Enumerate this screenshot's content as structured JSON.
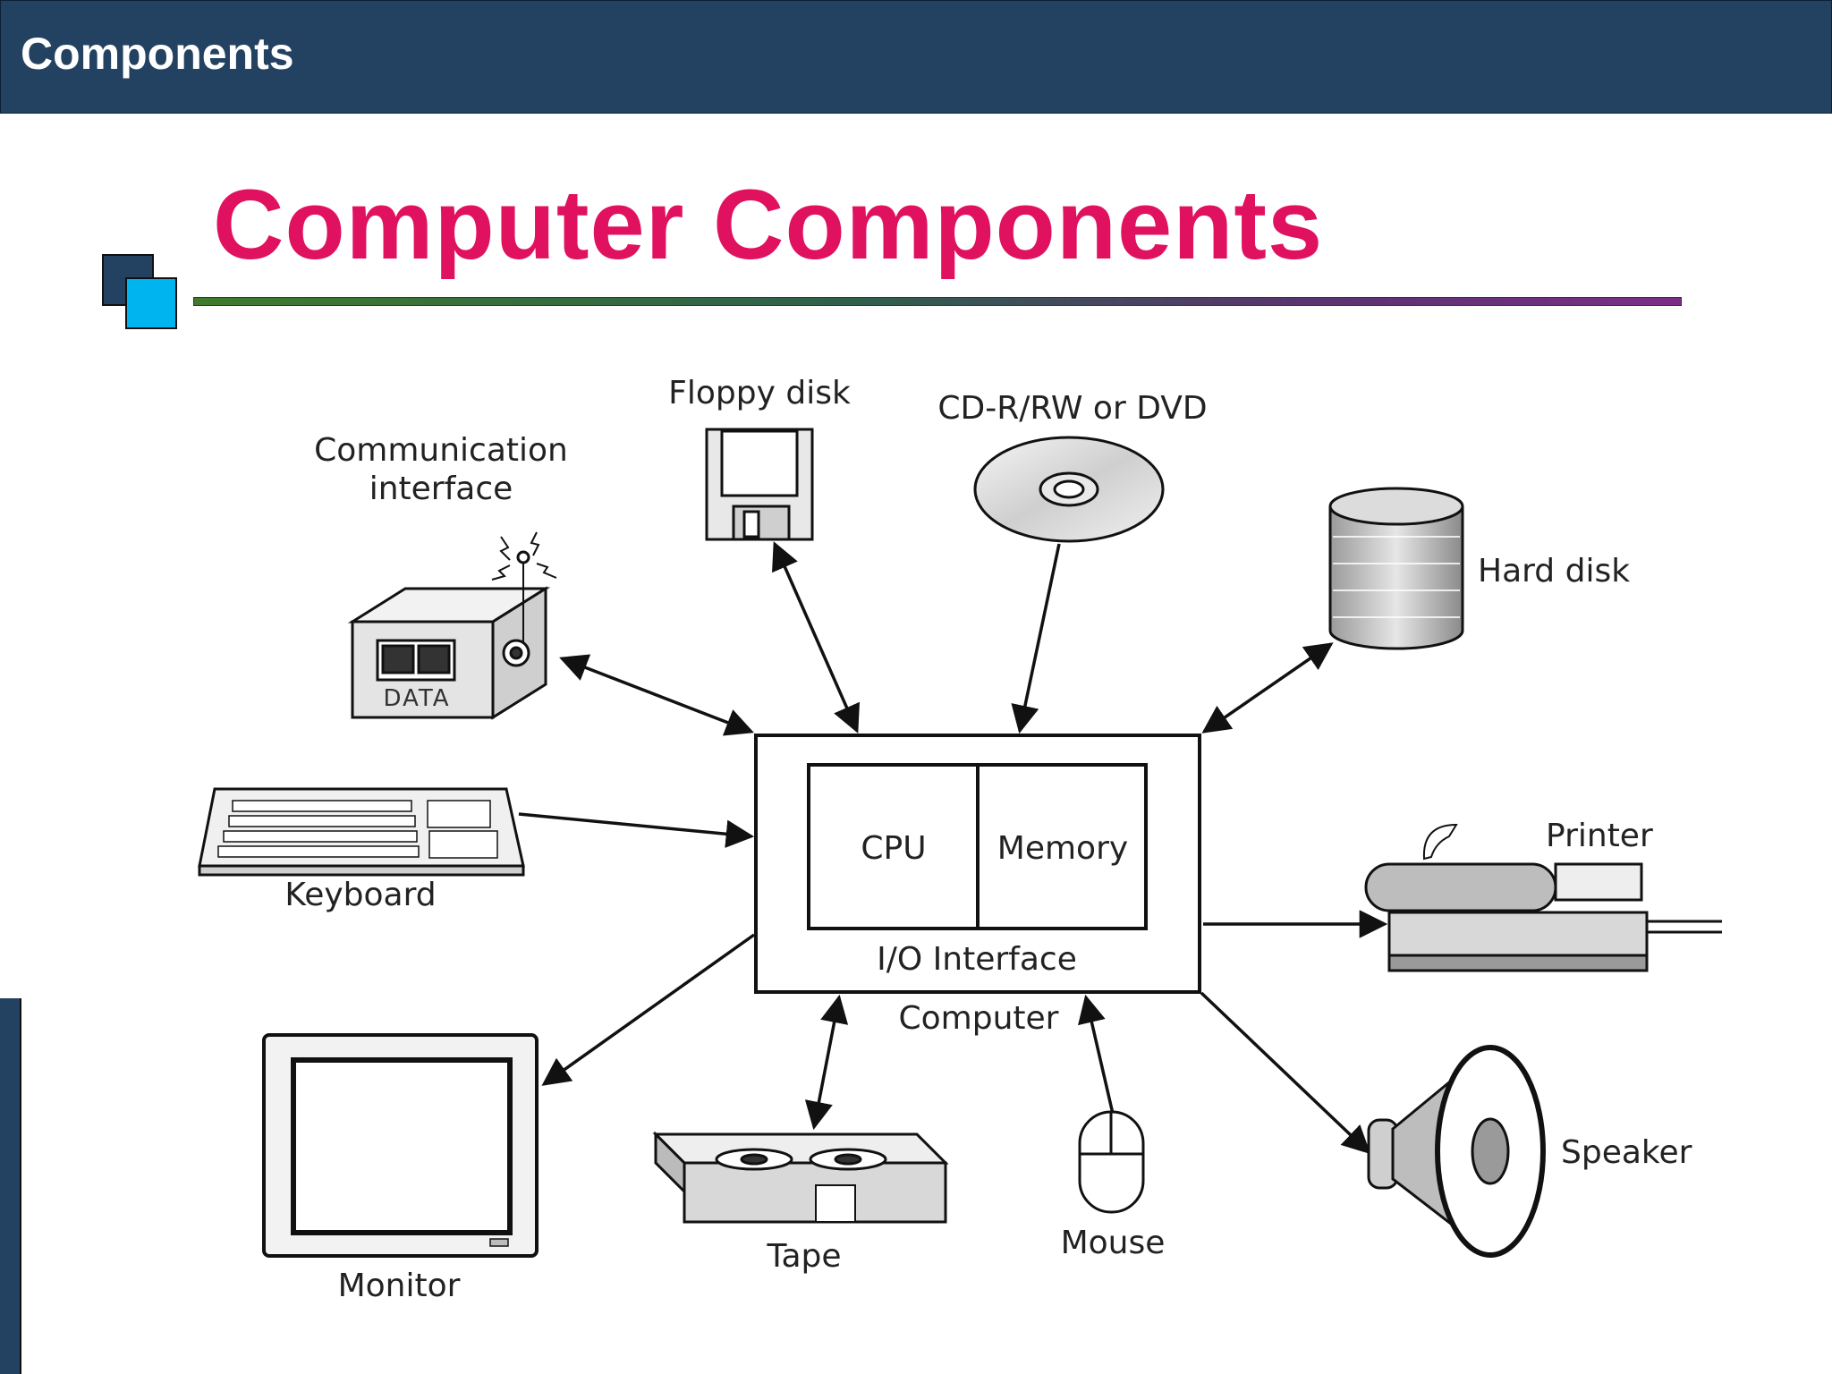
{
  "header": {
    "title": "Components"
  },
  "slide": {
    "title": "Computer Components"
  },
  "diagram": {
    "computer": {
      "cpu": "CPU",
      "memory": "Memory",
      "io": "I/O Interface",
      "caption": "Computer"
    },
    "devices": {
      "floppy": "Floppy disk",
      "cd": "CD-R/RW or DVD",
      "comm_line1": "Communication",
      "comm_line2": "interface",
      "comm_data": "DATA",
      "harddisk": "Hard disk",
      "keyboard": "Keyboard",
      "printer": "Printer",
      "monitor": "Monitor",
      "tape": "Tape",
      "mouse": "Mouse",
      "speaker": "Speaker"
    }
  },
  "colors": {
    "header_bg": "#234262",
    "title": "#e0115f",
    "accent_light": "#00b4f0"
  }
}
